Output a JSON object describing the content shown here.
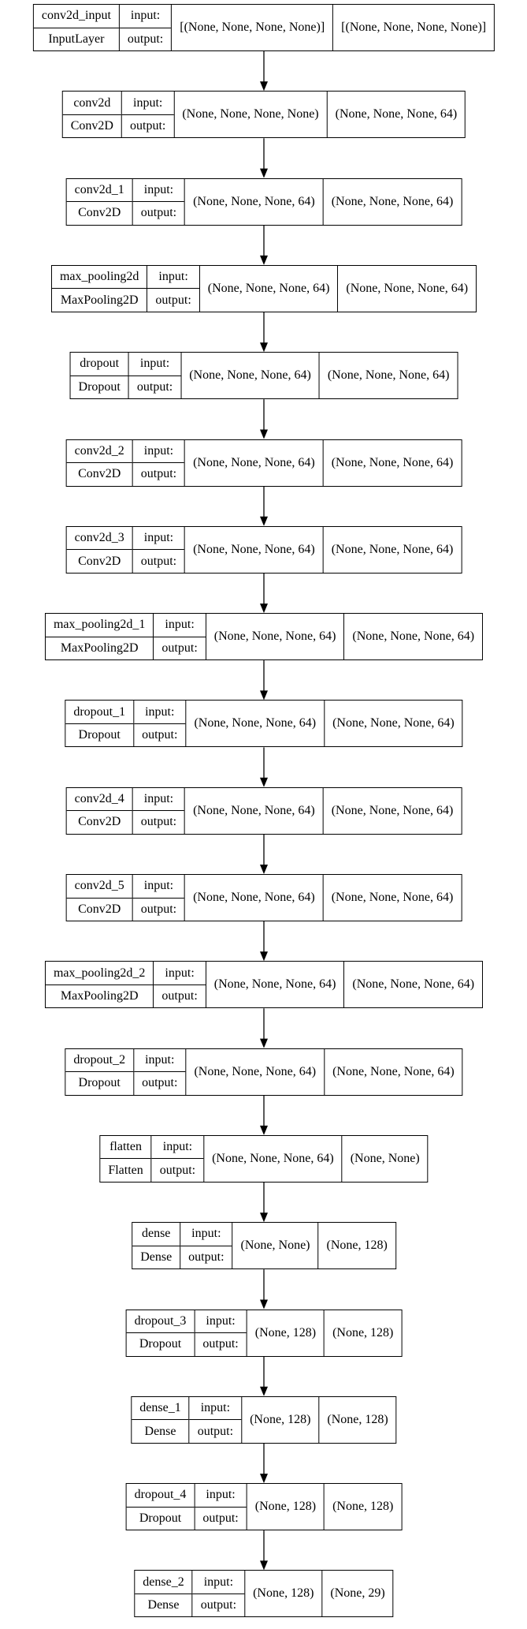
{
  "io_labels": {
    "input": "input:",
    "output": "output:"
  },
  "layers": [
    {
      "name": "conv2d_input",
      "type": "InputLayer",
      "input": "[(None, None, None, None)]",
      "output": "[(None, None, None, None)]"
    },
    {
      "name": "conv2d",
      "type": "Conv2D",
      "input": "(None, None, None, None)",
      "output": "(None, None, None, 64)"
    },
    {
      "name": "conv2d_1",
      "type": "Conv2D",
      "input": "(None, None, None, 64)",
      "output": "(None, None, None, 64)"
    },
    {
      "name": "max_pooling2d",
      "type": "MaxPooling2D",
      "input": "(None, None, None, 64)",
      "output": "(None, None, None, 64)"
    },
    {
      "name": "dropout",
      "type": "Dropout",
      "input": "(None, None, None, 64)",
      "output": "(None, None, None, 64)"
    },
    {
      "name": "conv2d_2",
      "type": "Conv2D",
      "input": "(None, None, None, 64)",
      "output": "(None, None, None, 64)"
    },
    {
      "name": "conv2d_3",
      "type": "Conv2D",
      "input": "(None, None, None, 64)",
      "output": "(None, None, None, 64)"
    },
    {
      "name": "max_pooling2d_1",
      "type": "MaxPooling2D",
      "input": "(None, None, None, 64)",
      "output": "(None, None, None, 64)"
    },
    {
      "name": "dropout_1",
      "type": "Dropout",
      "input": "(None, None, None, 64)",
      "output": "(None, None, None, 64)"
    },
    {
      "name": "conv2d_4",
      "type": "Conv2D",
      "input": "(None, None, None, 64)",
      "output": "(None, None, None, 64)"
    },
    {
      "name": "conv2d_5",
      "type": "Conv2D",
      "input": "(None, None, None, 64)",
      "output": "(None, None, None, 64)"
    },
    {
      "name": "max_pooling2d_2",
      "type": "MaxPooling2D",
      "input": "(None, None, None, 64)",
      "output": "(None, None, None, 64)"
    },
    {
      "name": "dropout_2",
      "type": "Dropout",
      "input": "(None, None, None, 64)",
      "output": "(None, None, None, 64)"
    },
    {
      "name": "flatten",
      "type": "Flatten",
      "input": "(None, None, None, 64)",
      "output": "(None, None)"
    },
    {
      "name": "dense",
      "type": "Dense",
      "input": "(None, None)",
      "output": "(None, 128)"
    },
    {
      "name": "dropout_3",
      "type": "Dropout",
      "input": "(None, 128)",
      "output": "(None, 128)"
    },
    {
      "name": "dense_1",
      "type": "Dense",
      "input": "(None, 128)",
      "output": "(None, 128)"
    },
    {
      "name": "dropout_4",
      "type": "Dropout",
      "input": "(None, 128)",
      "output": "(None, 128)"
    },
    {
      "name": "dense_2",
      "type": "Dense",
      "input": "(None, 128)",
      "output": "(None, 29)"
    }
  ]
}
